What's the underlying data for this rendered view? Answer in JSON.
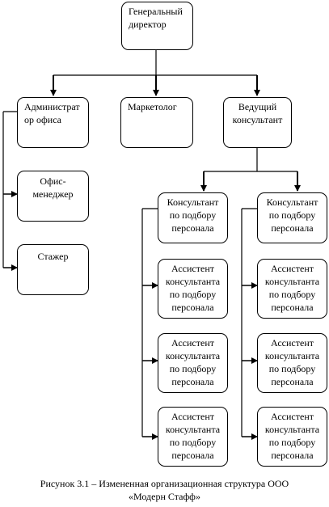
{
  "nodes": {
    "director": [
      "Генеральный",
      "директор"
    ],
    "office_admin": [
      "Администрат",
      "ор офиса"
    ],
    "marketer": [
      "Маркетолог"
    ],
    "lead_consultant": [
      "Ведущий",
      "консультант"
    ],
    "office_manager": [
      "Офис-",
      "менеджер"
    ],
    "intern": [
      "Стажер"
    ],
    "consultant_a": [
      "Консультант",
      "по подбору",
      "персонала"
    ],
    "consultant_b": [
      "Консультант",
      "по подбору",
      "персонала"
    ],
    "assistant_a1": [
      "Ассистент",
      "консультанта",
      "по подбору",
      "персонала"
    ],
    "assistant_a2": [
      "Ассистент",
      "консультанта",
      "по подбору",
      "персонала"
    ],
    "assistant_a3": [
      "Ассистент",
      "консультанта",
      "по подбору",
      "персонала"
    ],
    "assistant_b1": [
      "Ассистент",
      "консультанта",
      "по подбору",
      "персонала"
    ],
    "assistant_b2": [
      "Ассистент",
      "консультанта",
      "по подбору",
      "персонала"
    ],
    "assistant_b3": [
      "Ассистент",
      "консультанта",
      "по подбору",
      "персонала"
    ]
  },
  "caption": {
    "line1": "Рисунок 3.1 – Измененная организационная структура ООО",
    "line2": "«Модерн Стафф»"
  }
}
